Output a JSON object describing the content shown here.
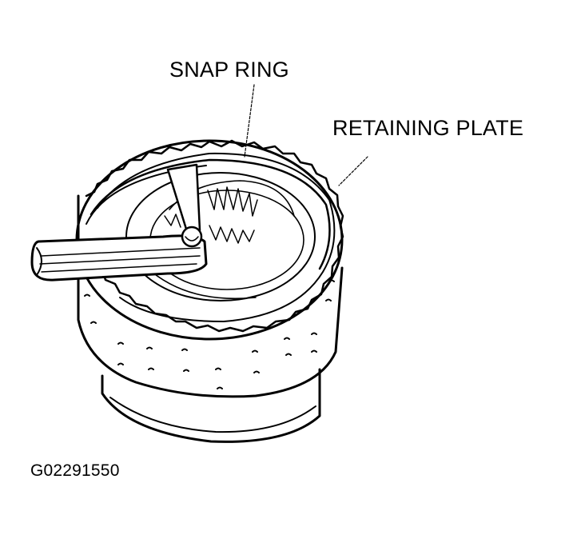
{
  "diagram": {
    "labels": {
      "snap_ring": "SNAP RING",
      "retaining_plate": "RETAINING PLATE"
    },
    "figure_code": "G02291550",
    "ink_color": "#000000",
    "background_color": "#ffffff"
  }
}
